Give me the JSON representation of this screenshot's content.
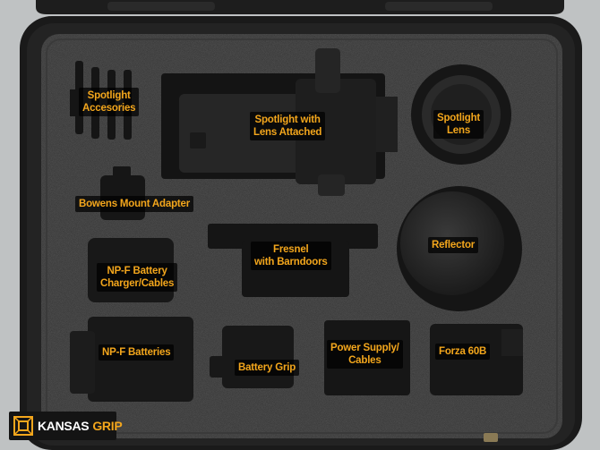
{
  "labels": {
    "spotlight_accessories": [
      "Spotlight",
      "Accesories"
    ],
    "spotlight_with_lens": [
      "Spotlight with",
      "Lens Attached"
    ],
    "spotlight_lens": [
      "Spotlight",
      "Lens"
    ],
    "bowens_adapter": [
      "Bowens Mount Adapter"
    ],
    "fresnel": [
      "Fresnel",
      "with Barndoors"
    ],
    "reflector": [
      "Reflector"
    ],
    "npf_charger": [
      "NP-F Battery",
      "Charger/Cables"
    ],
    "npf_batteries": [
      "NP-F Batteries"
    ],
    "battery_grip": [
      "Battery Grip"
    ],
    "power_supply": [
      "Power Supply/",
      "Cables"
    ],
    "forza": [
      "Forza 60B"
    ]
  },
  "brand": {
    "word1": "KANSAS",
    "word2": "GRIP"
  },
  "colors": {
    "label_text": "#f3a61c",
    "foam": "#2d2d2d",
    "case": "#1c1c1c",
    "background": "#bfc2c3"
  }
}
